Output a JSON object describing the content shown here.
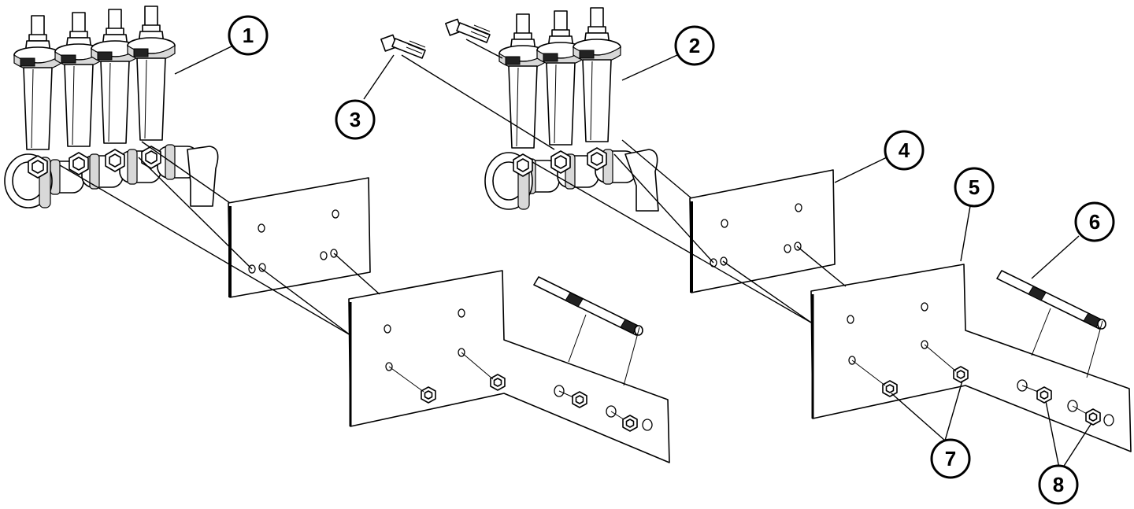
{
  "callouts": [
    {
      "id": "1",
      "label": "1"
    },
    {
      "id": "2",
      "label": "2"
    },
    {
      "id": "3",
      "label": "3"
    },
    {
      "id": "4",
      "label": "4"
    },
    {
      "id": "5",
      "label": "5"
    },
    {
      "id": "6",
      "label": "6"
    },
    {
      "id": "7",
      "label": "7"
    },
    {
      "id": "8",
      "label": "8"
    }
  ],
  "colors": {
    "ink": "#000000",
    "paper": "#ffffff",
    "shade": "#d8d8d8"
  }
}
